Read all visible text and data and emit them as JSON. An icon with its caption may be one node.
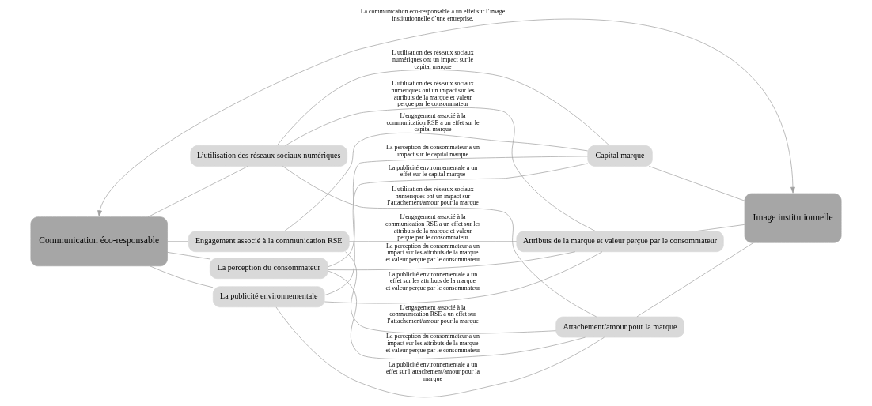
{
  "diagram": {
    "nodes": [
      {
        "text": [
          "Communication éco-responsable"
        ]
      },
      {
        "text": [
          "La perception du consommateur"
        ]
      },
      {
        "text": [
          "La publicité environnementale"
        ]
      },
      {
        "text": [
          "Engagement associé à la communication RSE"
        ]
      },
      {
        "text": [
          "L’utilisation des réseaux sociaux numériques"
        ]
      },
      {
        "text": [
          "Capital marque"
        ]
      },
      {
        "text": [
          "Attributs de la marque et valeur perçue par le consommateur"
        ]
      },
      {
        "text": [
          "Attachement/amour pour la marque"
        ]
      },
      {
        "text": [
          "Image institutionnelle"
        ]
      }
    ],
    "edges": [
      {
        "from": 0,
        "to": 8,
        "arrow": "both",
        "label": "La communication éco-responsable a un effet sur l’image institutionnelle d’une entreprise."
      },
      {
        "from": 0,
        "to": 1,
        "arrow": "none"
      },
      {
        "from": 0,
        "to": 2,
        "arrow": "none"
      },
      {
        "from": 0,
        "to": 3,
        "arrow": "none"
      },
      {
        "from": 0,
        "to": 4,
        "arrow": "none"
      },
      {
        "from": 1,
        "to": 5,
        "arrow": "none",
        "label": "La perception du consommateur a un impact sur le capital marque"
      },
      {
        "from": 1,
        "to": 6,
        "arrow": "none",
        "label": "La perception du consommateur a un impact sur les attributs de la marque et valeur perçue par le consommateur"
      },
      {
        "from": 1,
        "to": 7,
        "arrow": "none",
        "label": "La perception du consommateur a un impact sur les attributs de la marque et valeur perçue par le consommateur"
      },
      {
        "from": 2,
        "to": 5,
        "arrow": "none",
        "label": "La publicité environnementale a un effet sur le capital marque"
      },
      {
        "from": 2,
        "to": 6,
        "arrow": "none",
        "label": "La publicité environnementale a un effet sur les attributs de la marque et valeur perçue par le consommateur"
      },
      {
        "from": 2,
        "to": 7,
        "arrow": "none",
        "label": "La publicité environnementale a un effet sur l’attachement/amour pour la marque"
      },
      {
        "from": 3,
        "to": 5,
        "arrow": "none",
        "label": "L’engagement associé à la communication RSE a un effet sur le capital marque"
      },
      {
        "from": 3,
        "to": 6,
        "arrow": "none",
        "label": "L’engagement associé à la communication RSE a un effet sur les attributs de la marque et valeur perçue par le consommateur"
      },
      {
        "from": 3,
        "to": 7,
        "arrow": "none",
        "label": "L’engagement associé à la communication RSE a un effet sur l’attachement/amour pour la marque"
      },
      {
        "from": 4,
        "to": 5,
        "arrow": "none",
        "label": "L’utilisation des réseaux sociaux numériques ont un impact sur le capital marque"
      },
      {
        "from": 4,
        "to": 6,
        "arrow": "none",
        "label": "L’utilisation des réseaux sociaux numériques ont un impact sur les attributs de la marque et valeur perçue par le consommateur"
      },
      {
        "from": 4,
        "to": 7,
        "arrow": "none",
        "label": "L’utilisation des réseaux sociaux numériques ont un impact sur l’attachement/amour pour la marque"
      },
      {
        "from": 5,
        "to": 8,
        "arrow": "none"
      },
      {
        "from": 6,
        "to": 8,
        "arrow": "none"
      },
      {
        "from": 7,
        "to": 8,
        "arrow": "none"
      }
    ]
  }
}
